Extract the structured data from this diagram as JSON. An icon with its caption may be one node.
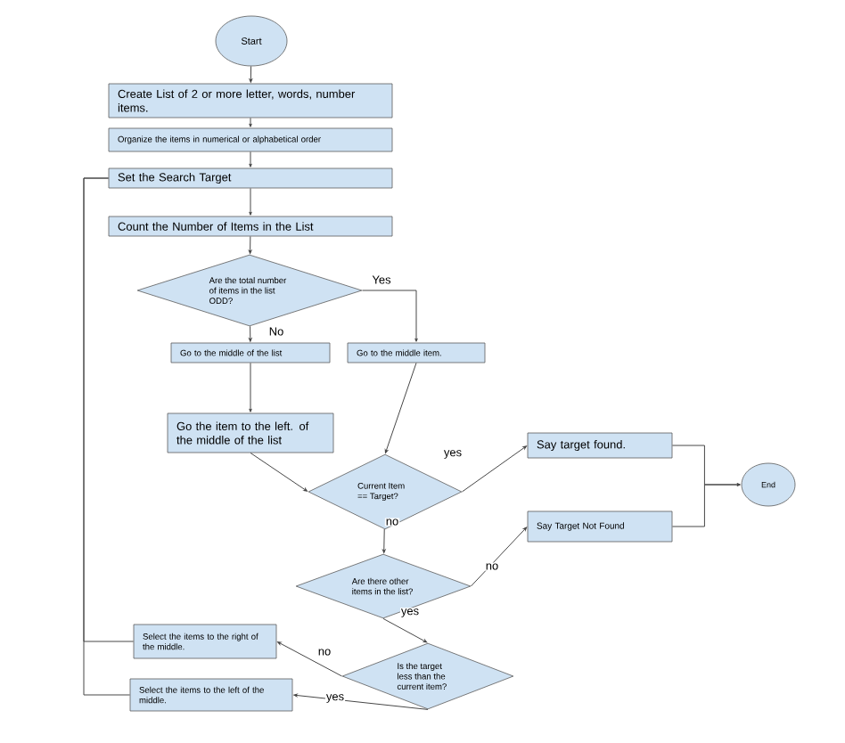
{
  "diagram": {
    "nodes": [
      {
        "text": [
          "Start"
        ]
      },
      {
        "text": [
          "Create List of 2 or more letter, words, number items."
        ]
      },
      {
        "text": [
          "Organize the items in numerical or alphabetical order"
        ]
      },
      {
        "text": [
          "Set the Search Target"
        ]
      },
      {
        "text": [
          "Count the Number of Items in the List"
        ]
      },
      {
        "text": [
          "Are the total number of items in the list ODD?"
        ]
      },
      {
        "text": [
          "Go to the middle of the list"
        ]
      },
      {
        "text": [
          "Go to the middle item."
        ]
      },
      {
        "text": [
          "Go the item to the left. of the middle of the list"
        ]
      },
      {
        "text": [
          "Current Item == Target?"
        ]
      },
      {
        "text": [
          "Say target found."
        ]
      },
      {
        "text": [
          "Say Target Not Found"
        ]
      },
      {
        "text": [
          "End"
        ]
      },
      {
        "text": [
          "Are there other items in the list?"
        ]
      },
      {
        "text": [
          "Is the target less than the current item?"
        ]
      },
      {
        "text": [
          "Select the items to the right of the middle."
        ]
      },
      {
        "text": [
          "Select the items to the left of the middle."
        ]
      }
    ],
    "edges": [
      {
        "from": 0,
        "to": 1,
        "arrow": "to"
      },
      {
        "from": 1,
        "to": 2,
        "arrow": "to"
      },
      {
        "from": 2,
        "to": 3,
        "arrow": "to"
      },
      {
        "from": 3,
        "to": 4,
        "arrow": "to"
      },
      {
        "from": 4,
        "to": 5,
        "arrow": "to"
      },
      {
        "from": 5,
        "to": 6,
        "arrow": "to",
        "label": "No"
      },
      {
        "from": 5,
        "to": 7,
        "arrow": "to",
        "label": "Yes"
      },
      {
        "from": 6,
        "to": 8,
        "arrow": "to"
      },
      {
        "from": 7,
        "to": 9,
        "arrow": "to"
      },
      {
        "from": 8,
        "to": 9,
        "arrow": "to"
      },
      {
        "from": 9,
        "to": 10,
        "arrow": "to",
        "label": "yes"
      },
      {
        "from": 9,
        "to": 13,
        "arrow": "to",
        "label": "no"
      },
      {
        "from": 13,
        "to": 11,
        "arrow": "to",
        "label": "no"
      },
      {
        "from": 13,
        "to": 14,
        "arrow": "to",
        "label": "yes"
      },
      {
        "from": 14,
        "to": 15,
        "arrow": "to",
        "label": "no"
      },
      {
        "from": 14,
        "to": 16,
        "arrow": "to",
        "label": "yes"
      },
      {
        "from": 10,
        "to": 12,
        "arrow": "to"
      },
      {
        "from": 11,
        "to": 12,
        "arrow": "to"
      },
      {
        "from": 15,
        "to": 3,
        "arrow": "none"
      },
      {
        "from": 16,
        "to": 3,
        "arrow": "none"
      }
    ]
  }
}
